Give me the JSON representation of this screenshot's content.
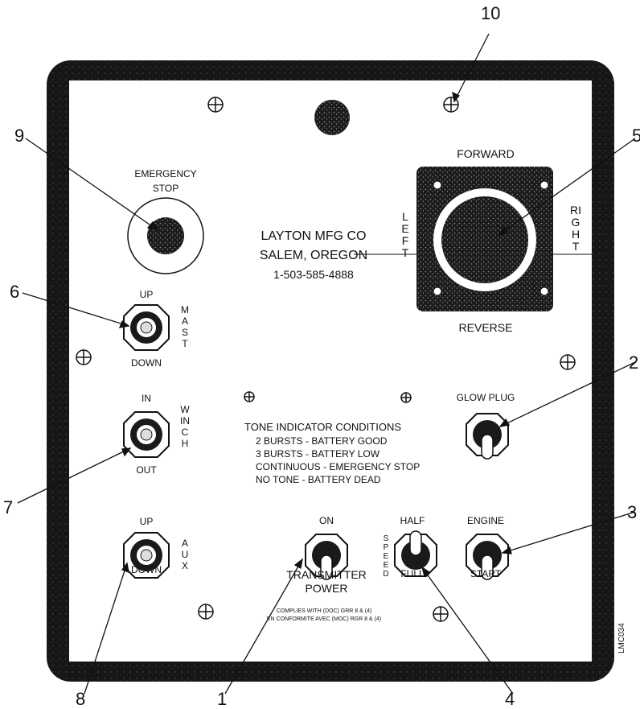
{
  "callouts": [
    "1",
    "2",
    "3",
    "4",
    "5",
    "6",
    "7",
    "8",
    "9",
    "10"
  ],
  "manufacturer": {
    "name": "LAYTON MFG CO",
    "city": "SALEM, OREGON",
    "phone": "1-503-585-4888"
  },
  "emergency_stop": {
    "line1": "EMERGENCY",
    "line2": "STOP"
  },
  "joystick": {
    "forward": "FORWARD",
    "reverse": "REVERSE",
    "left": "LEFT",
    "right": "RIGHT"
  },
  "mast": {
    "title": "MAST",
    "up": "UP",
    "down": "DOWN"
  },
  "winch": {
    "title": "WINCH",
    "in": "IN",
    "out": "OUT"
  },
  "aux": {
    "title": "AUX",
    "up": "UP",
    "down": "DOWN"
  },
  "glow_plug": {
    "label": "GLOW PLUG"
  },
  "tone": {
    "title": "TONE INDICATOR CONDITIONS",
    "lines": [
      "2 BURSTS - BATTERY GOOD",
      "3 BURSTS - BATTERY LOW",
      "CONTINUOUS - EMERGENCY STOP",
      "NO TONE - BATTERY DEAD"
    ]
  },
  "transmitter": {
    "on": "ON",
    "label1": "TRANSMITTER",
    "label2": "POWER"
  },
  "speed": {
    "title": "SPEED",
    "half": "HALF",
    "full": "FULL"
  },
  "engine": {
    "title": "ENGINE",
    "start": "START"
  },
  "compliance": {
    "line1": "COMPLIES WITH (DOC) GRR 8 & (4)",
    "line2": "EN CONFORMITE AVEC (MOC) RGR 8 & (4)"
  },
  "figure_id": "LMC034"
}
